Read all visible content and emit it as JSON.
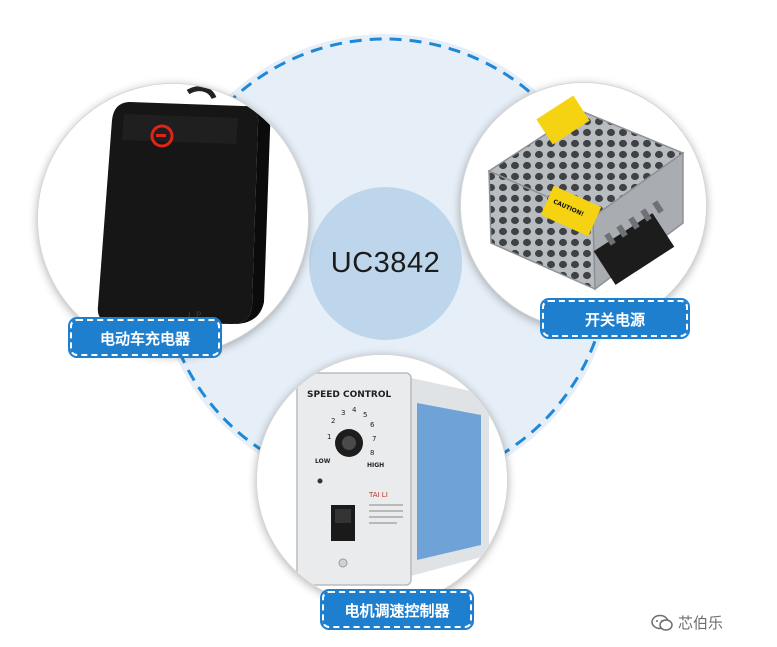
{
  "center": {
    "label": "UC3842"
  },
  "nodes": [
    {
      "label": "电动车充电器",
      "icon": "battery-charger"
    },
    {
      "label": "开关电源",
      "icon": "switching-power-supply"
    },
    {
      "label": "电机调速控制器",
      "icon": "motor-speed-controller"
    }
  ],
  "motor_panel": {
    "title": "SPEED CONTROL",
    "low": "LOW",
    "high": "HIGH",
    "brand": "TAI LI",
    "dial_numbers": [
      "1",
      "2",
      "3",
      "4",
      "5",
      "6",
      "7",
      "8"
    ]
  },
  "psu_sticker": "CAUTION!",
  "watermark": {
    "text": "芯伯乐"
  },
  "colors": {
    "ring_fill": "#e6eef7",
    "dash": "#1e88d6",
    "center_fill": "#bdd6ec",
    "tag_fill": "#1f7fcf"
  }
}
